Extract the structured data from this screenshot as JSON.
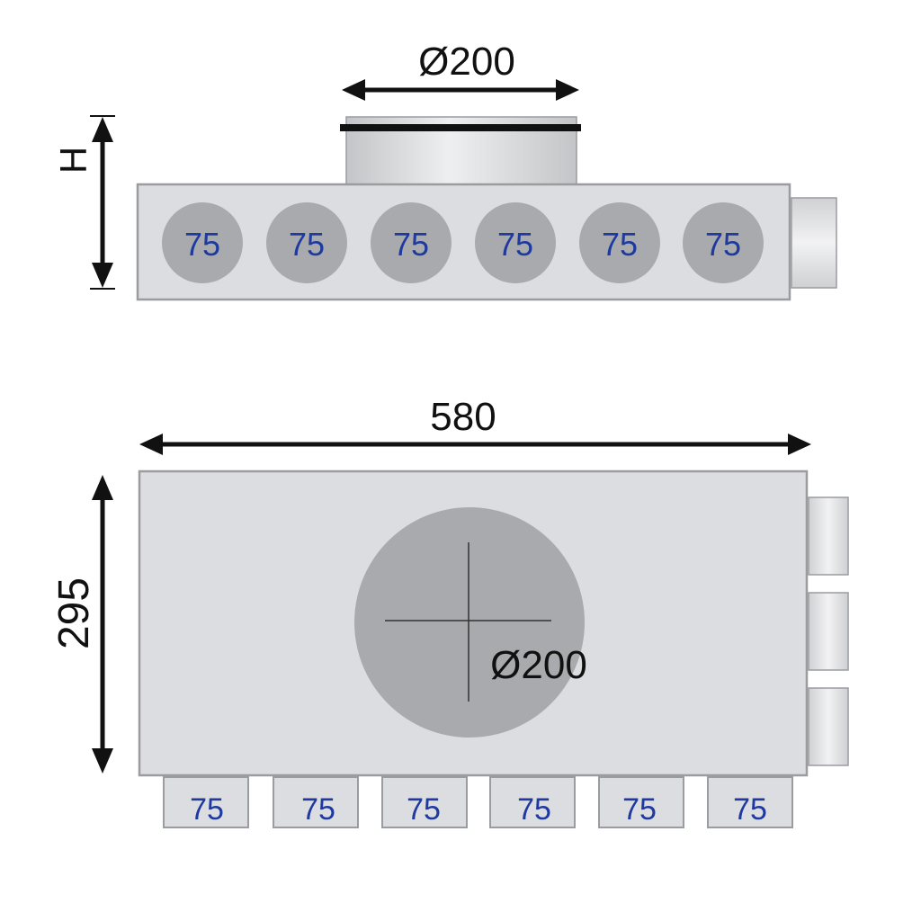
{
  "top_view": {
    "height_label": "H",
    "collar_diameter_label": "Ø200",
    "port_labels": [
      "75",
      "75",
      "75",
      "75",
      "75",
      "75"
    ]
  },
  "plan_view": {
    "length_label": "580",
    "width_label": "295",
    "outlet_diameter_label": "Ø200",
    "bottom_port_labels": [
      "75",
      "75",
      "75",
      "75",
      "75",
      "75"
    ]
  },
  "colors": {
    "box_fill": "#dcdde0",
    "box_stroke": "#9a9ca0",
    "port_circle_fill": "#a9aaad",
    "port_text": "#1f3a9e",
    "dimension_line": "#111111"
  }
}
